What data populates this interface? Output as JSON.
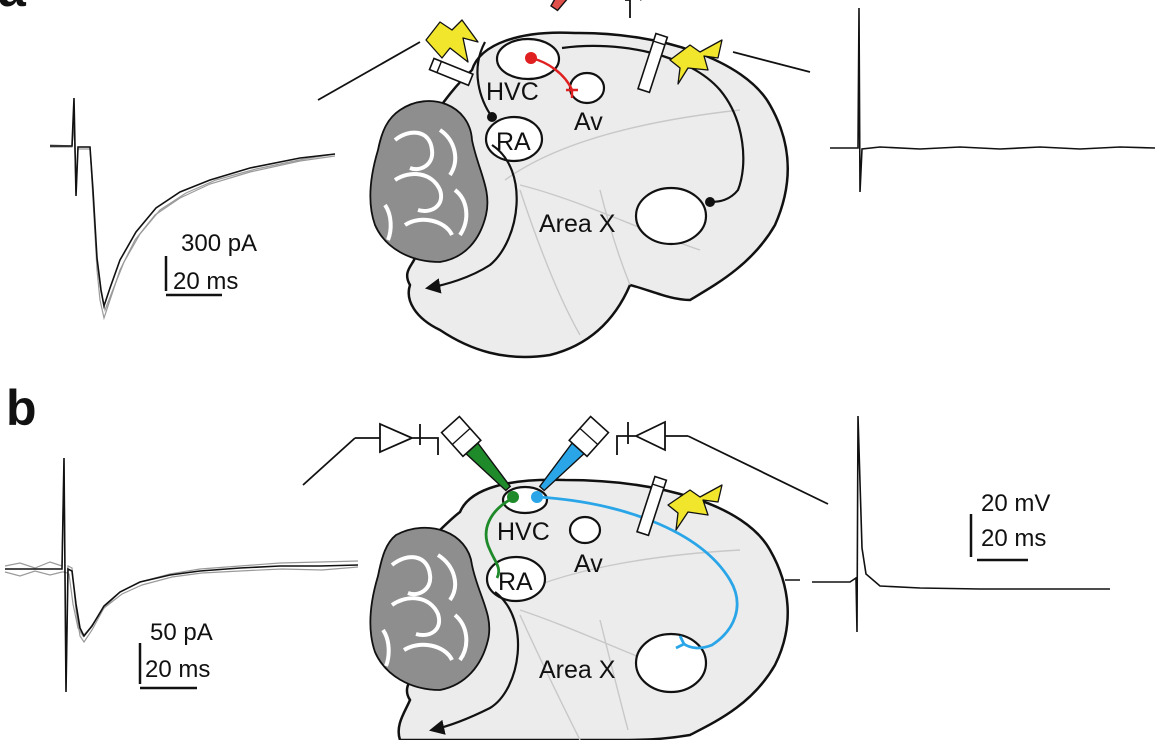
{
  "panels": [
    {
      "letter": "a",
      "labels": {
        "hvc": "HVC",
        "av": "Av",
        "ra": "RA",
        "areax": "Area X"
      },
      "scalebar": {
        "current": "300 pA",
        "time": "20 ms"
      }
    },
    {
      "letter": "b",
      "labels": {
        "hvc": "HVC",
        "av": "Av",
        "ra": "RA",
        "areax": "Area X"
      },
      "scalebar_left": {
        "current": "50 pA",
        "time": "20 ms"
      },
      "scalebar_right": {
        "voltage": "20 mV",
        "time": "20 ms"
      }
    }
  ],
  "colors": {
    "recording_a": "#e0504a",
    "neuron_a": "#e02020",
    "neuron_ra_projecting": "#1f8a2a",
    "neuron_x_projecting": "#2aa6e8",
    "stimulus_bolt": "#f2e62c"
  }
}
